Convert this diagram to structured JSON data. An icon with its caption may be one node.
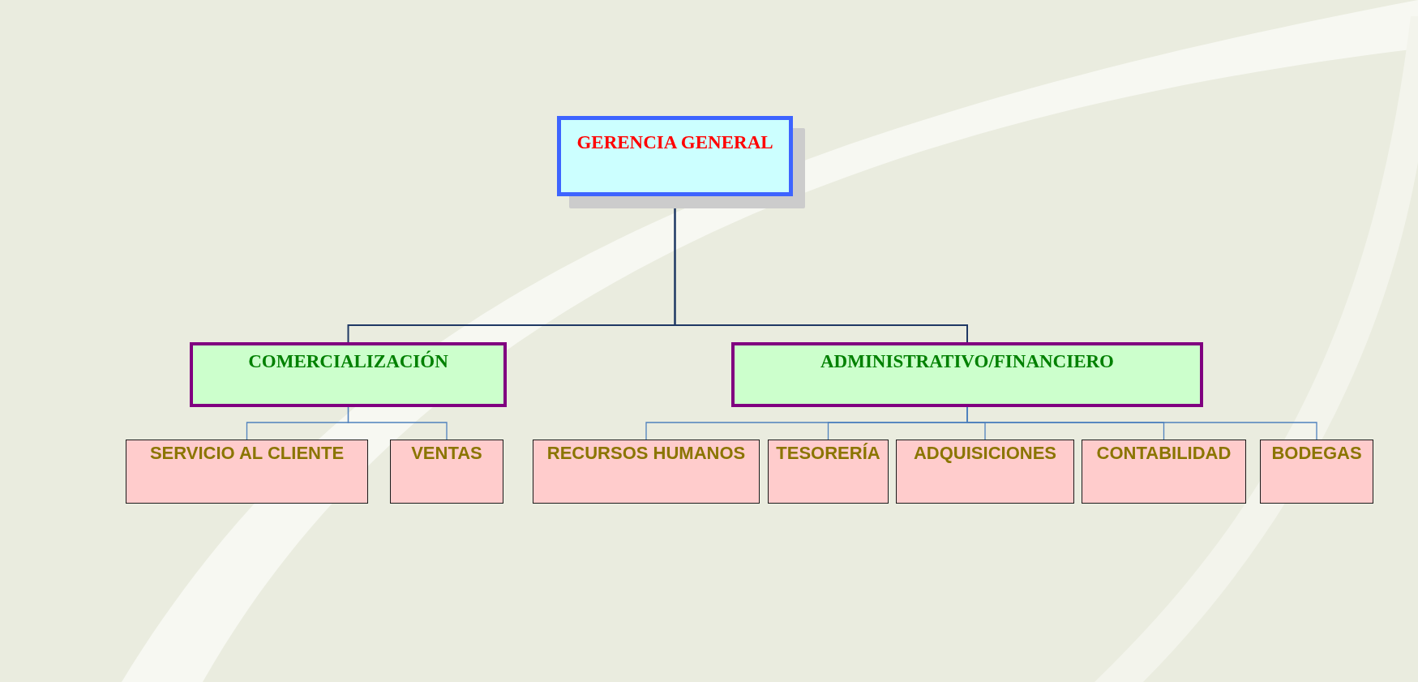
{
  "diagram": {
    "nodes": [
      {
        "text": [
          "GERENCIA GENERAL"
        ]
      },
      {
        "text": [
          "COMERCIALIZACIÓN"
        ]
      },
      {
        "text": [
          "ADMINISTRATIVO/FINANCIERO"
        ]
      },
      {
        "text": [
          "SERVICIO AL CLIENTE"
        ]
      },
      {
        "text": [
          "VENTAS"
        ]
      },
      {
        "text": [
          "RECURSOS HUMANOS"
        ]
      },
      {
        "text": [
          "TESORERÍA"
        ]
      },
      {
        "text": [
          "ADQUISICIONES"
        ]
      },
      {
        "text": [
          "CONTABILIDAD"
        ]
      },
      {
        "text": [
          "BODEGAS"
        ]
      }
    ],
    "edges": [
      {
        "from": 0,
        "to": 1,
        "arrow": "none",
        "color": "#1f3864"
      },
      {
        "from": 0,
        "to": 2,
        "arrow": "none",
        "color": "#1f3864"
      },
      {
        "from": 1,
        "to": 3,
        "arrow": "none"
      },
      {
        "from": 1,
        "to": 4,
        "arrow": "none"
      },
      {
        "from": 2,
        "to": 5,
        "arrow": "none"
      },
      {
        "from": 2,
        "to": 6,
        "arrow": "none"
      },
      {
        "from": 2,
        "to": 7,
        "arrow": "none"
      },
      {
        "from": 2,
        "to": 8,
        "arrow": "none"
      },
      {
        "from": 2,
        "to": 9,
        "arrow": "none"
      }
    ]
  }
}
